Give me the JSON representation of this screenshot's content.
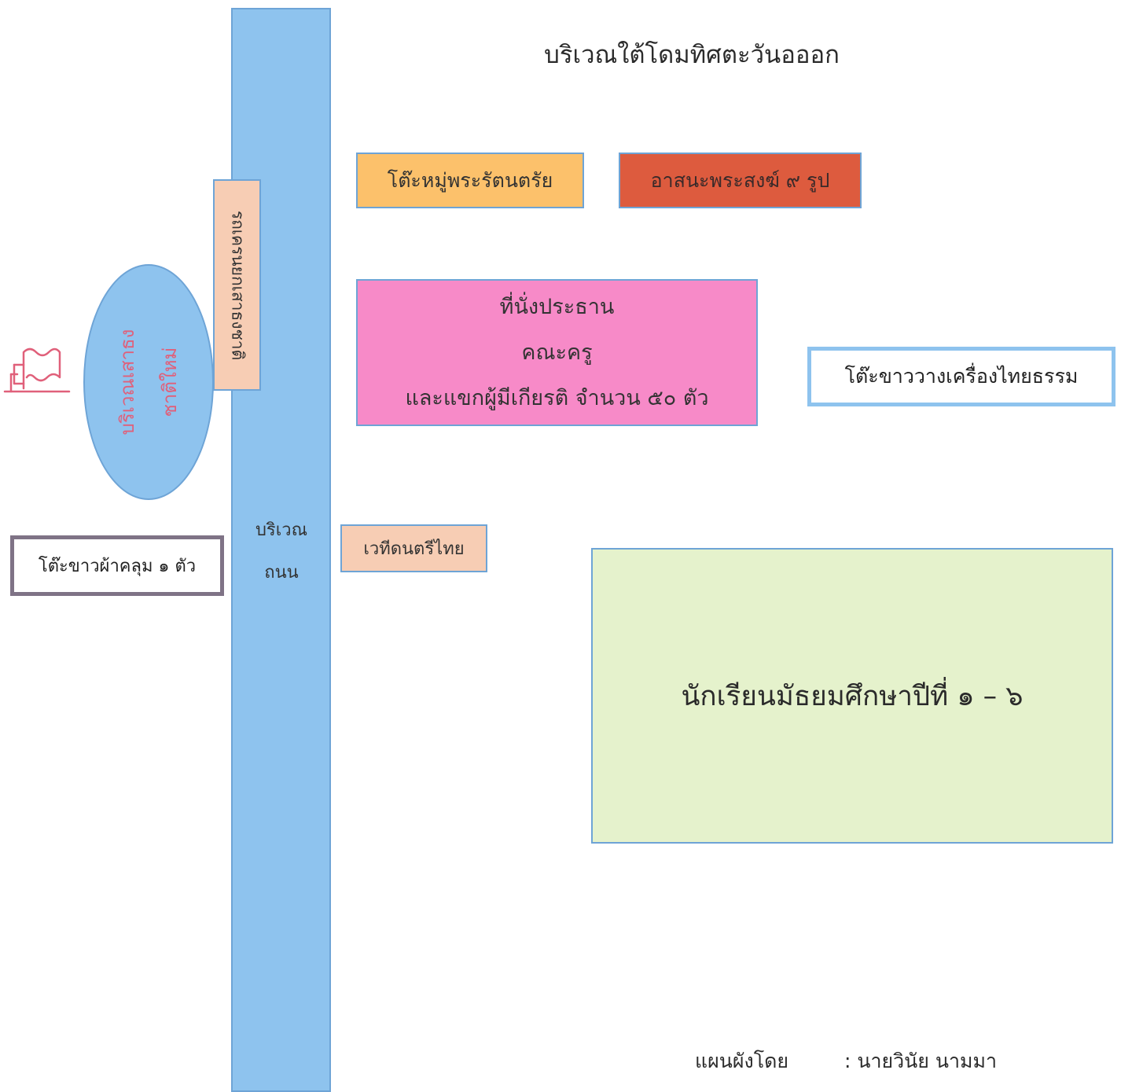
{
  "title": "บริเวณใต้โดมทิศตะวันอออก",
  "road": {
    "line1": "บริเวณ",
    "line2": "ถนน"
  },
  "crane_truck": "รถเครนยกเสาธงชาติ",
  "flagpole_area": {
    "line1": "บริเวณเสาธง",
    "line2": "ชาติใหม่"
  },
  "white_table_cloth": "โต๊ะขาวผ้าคลุม ๑ ตัว",
  "music_stage": "เวทีดนตรีไทย",
  "buddha_altar": "โต๊ะหมู่พระรัตนตรัย",
  "monk_seats": "อาสนะพระสงฆ์ ๙ รูป",
  "chair_seats": {
    "line1": "ที่นั่งประธาน",
    "line2": "คณะครู",
    "line3": "และแขกผู้มีเกียรติ จำนวน ๕๐ ตัว"
  },
  "offering_table": "โต๊ะขาววางเครื่องไทยธรรม",
  "students_area": "นักเรียนมัธยมศึกษาปีที่ ๑ – ๖",
  "credit": {
    "label": "แผนผังโดย",
    "value": ": นายวินัย  นามมา"
  },
  "colors": {
    "road": "#8ec3ee",
    "buddha_altar": "#fcc16b",
    "monk_seats": "#dd5b3e",
    "chair_seats": "#f78ac8",
    "students_area": "#e5f2cc",
    "stage": "#f7cdb4",
    "flag": "#e0607a"
  },
  "icons": {
    "flag": "flag-icon"
  }
}
